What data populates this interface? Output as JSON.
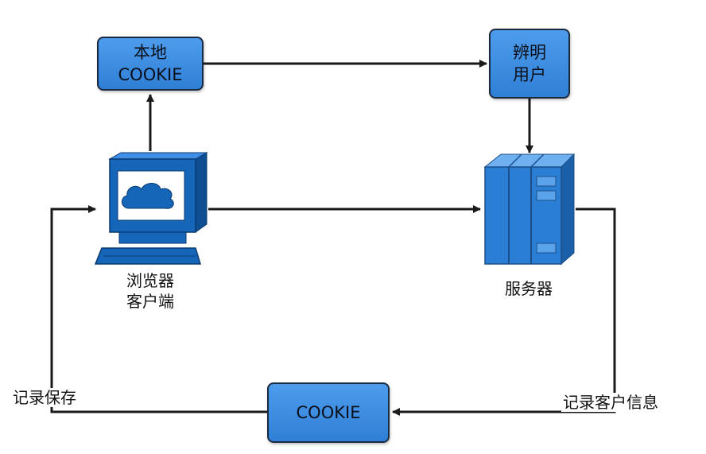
{
  "nodes": {
    "local_cookie": {
      "line1": "本地",
      "line2": "COOKIE"
    },
    "identify_user": {
      "line1": "辨明",
      "line2": "用户"
    },
    "cookie": {
      "label": "COOKIE"
    },
    "browser": {
      "line1": "浏览器",
      "line2": "客户端"
    },
    "server": {
      "label": "服务器"
    }
  },
  "edge_labels": {
    "record_save": "记录保存",
    "record_client_info": "记录客户信息"
  },
  "colors": {
    "box_fill": "#3f8fe6",
    "box_border": "#1c2a3f",
    "device_blue": "#1565b8",
    "server_blue": "#2a7fd4",
    "arrow": "#1a1a1a"
  }
}
